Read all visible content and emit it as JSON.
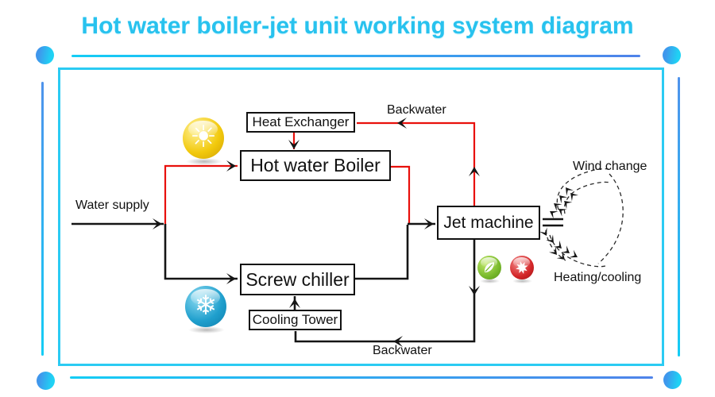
{
  "title": "Hot water boiler-jet unit working system diagram",
  "boxes": {
    "heat_exchanger": "Heat Exchanger",
    "hot_water_boiler": "Hot water Boiler",
    "screw_chiller": "Screw chiller",
    "cooling_tower": "Cooling Tower",
    "jet_machine": "Jet machine"
  },
  "labels": {
    "backwater_top": "Backwater",
    "water_supply": "Water supply",
    "wind_change": "Wind change",
    "heating_cooling": "Heating/cooling",
    "backwater_bottom": "Backwater"
  },
  "icons": {
    "sun": "sun-icon",
    "snowflake": "snowflake-icon",
    "green_leaf": "green-leaf-icon",
    "red_maple": "red-maple-leaf-icon"
  },
  "glyphs": {
    "sun": "☀",
    "snowflake": "❄"
  },
  "colors": {
    "frame_cyan": "#2bcbf3",
    "accent_blue": "#4f83ea",
    "title_cyan": "#28c2ee",
    "hot_line_red": "#e8100c",
    "cold_line_black": "#151515",
    "dot_gradient_start": "#3f96ec",
    "dot_gradient_end": "#1fd2f4"
  }
}
